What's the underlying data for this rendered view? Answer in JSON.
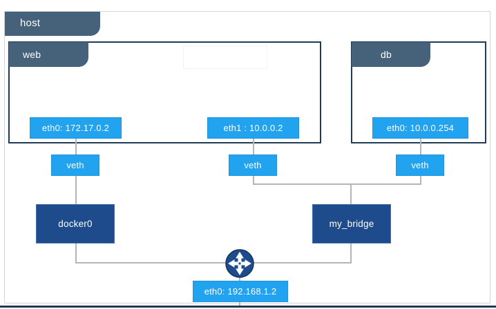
{
  "diagram": {
    "title": "docker-host-network-topology",
    "colors": {
      "host_header": "#45627a",
      "container_border": "#1f3a52",
      "interface_box": "#22a3ef",
      "bridge_box": "#1d4b8c",
      "connector_line": "#b5b5b5",
      "outer_border": "#d3d6d8"
    }
  },
  "host": {
    "label": "host"
  },
  "containers": [
    {
      "name": "web",
      "label": "web"
    },
    {
      "name": "db",
      "label": "db"
    }
  ],
  "interfaces": [
    {
      "name": "web-eth0",
      "label": "eth0: 172.17.0.2"
    },
    {
      "name": "web-eth1",
      "label": "eth1 : 10.0.0.2"
    },
    {
      "name": "db-eth0",
      "label": "eth0: 10.0.0.254"
    },
    {
      "name": "host-eth0",
      "label": "eth0: 192.168.1.2"
    }
  ],
  "veths": [
    {
      "name": "veth-web-docker0",
      "label": "veth"
    },
    {
      "name": "veth-web-mybridge",
      "label": "veth"
    },
    {
      "name": "veth-db-mybridge",
      "label": "veth"
    }
  ],
  "bridges": [
    {
      "name": "docker0",
      "label": "docker0"
    },
    {
      "name": "my_bridge",
      "label": "my_bridge"
    }
  ],
  "router": {
    "name": "router-icon",
    "label": ""
  }
}
